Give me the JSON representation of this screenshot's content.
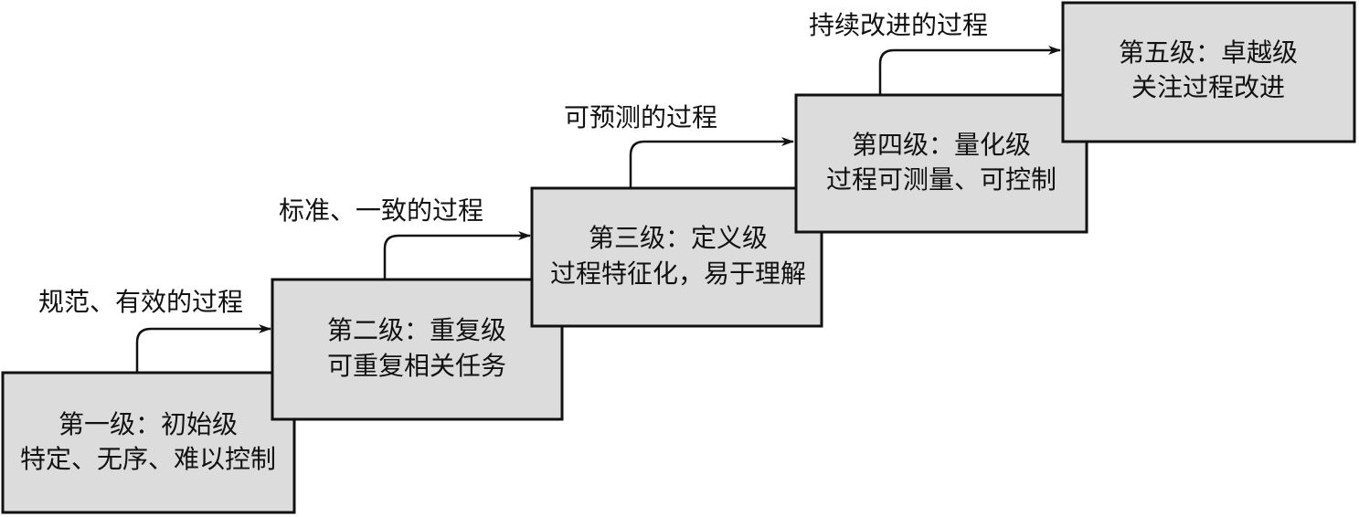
{
  "levels": [
    {
      "title": "第一级：初始级",
      "desc": "特定、无序、难以控制"
    },
    {
      "title": "第二级：重复级",
      "desc": "可重复相关任务"
    },
    {
      "title": "第三级：定义级",
      "desc": "过程特征化，易于理解"
    },
    {
      "title": "第四级：量化级",
      "desc": "过程可测量、可控制"
    },
    {
      "title": "第五级：卓越级",
      "desc": "关注过程改进"
    }
  ],
  "transitions": [
    "规范、有效的过程",
    "标准、一致的过程",
    "可预测的过程",
    "持续改进的过程"
  ],
  "colors": {
    "box_fill": "#dcdcdc",
    "stroke": "#111111"
  }
}
